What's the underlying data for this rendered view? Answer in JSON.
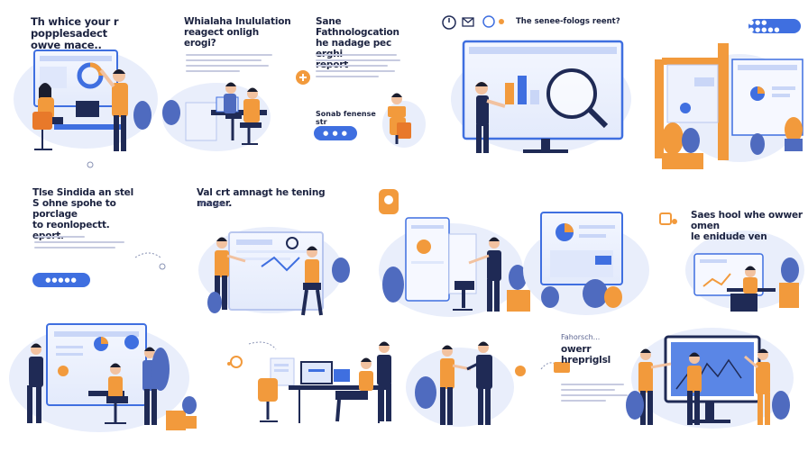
{
  "colors": {
    "navy": "#1f2a55",
    "blue": "#3f6fe0",
    "light_blue": "#dfe7fb",
    "orange": "#f29a3c",
    "deep_orange": "#e8792a",
    "skin": "#f2c2a0",
    "hair": "#1a1d2e",
    "plant": "#4f6bbf",
    "bg_blob": "#e9eefb",
    "text_gray": "#c7cbe0"
  },
  "row1": {
    "headline_a": "Th whice your r popplesadect\nowve macе..",
    "headline_b": "Whialaha Inululation\nreagect onligh erogi?",
    "headline_c": "Sane Fathnologcation\nhe nadage pec erghi\nreport",
    "caption_c": "Sonab fenense str",
    "headline_d": "The senee-fologs reent?",
    "button_c_label": "● ● ●",
    "button_top_label": "●●● ●●●●●"
  },
  "row2": {
    "headline_a": "Tlse Sindida an stel\nS ohne spohe to porclage\nto reonlopectt.\neport.",
    "headline_b": "Val crt amnagt he tening mager.",
    "subhead_b": "Ifhonpr...",
    "headline_d": "Saes hool whe owwer omen\nle enidude ven",
    "button_a_label": "●●●●●"
  },
  "row3": {
    "headline_a": "owerr hrepriglsl",
    "subhead_a": "Fahorsch..."
  },
  "icons": [
    "clock-icon",
    "mail-icon",
    "people-icon",
    "chart-icon",
    "gear-icon"
  ]
}
